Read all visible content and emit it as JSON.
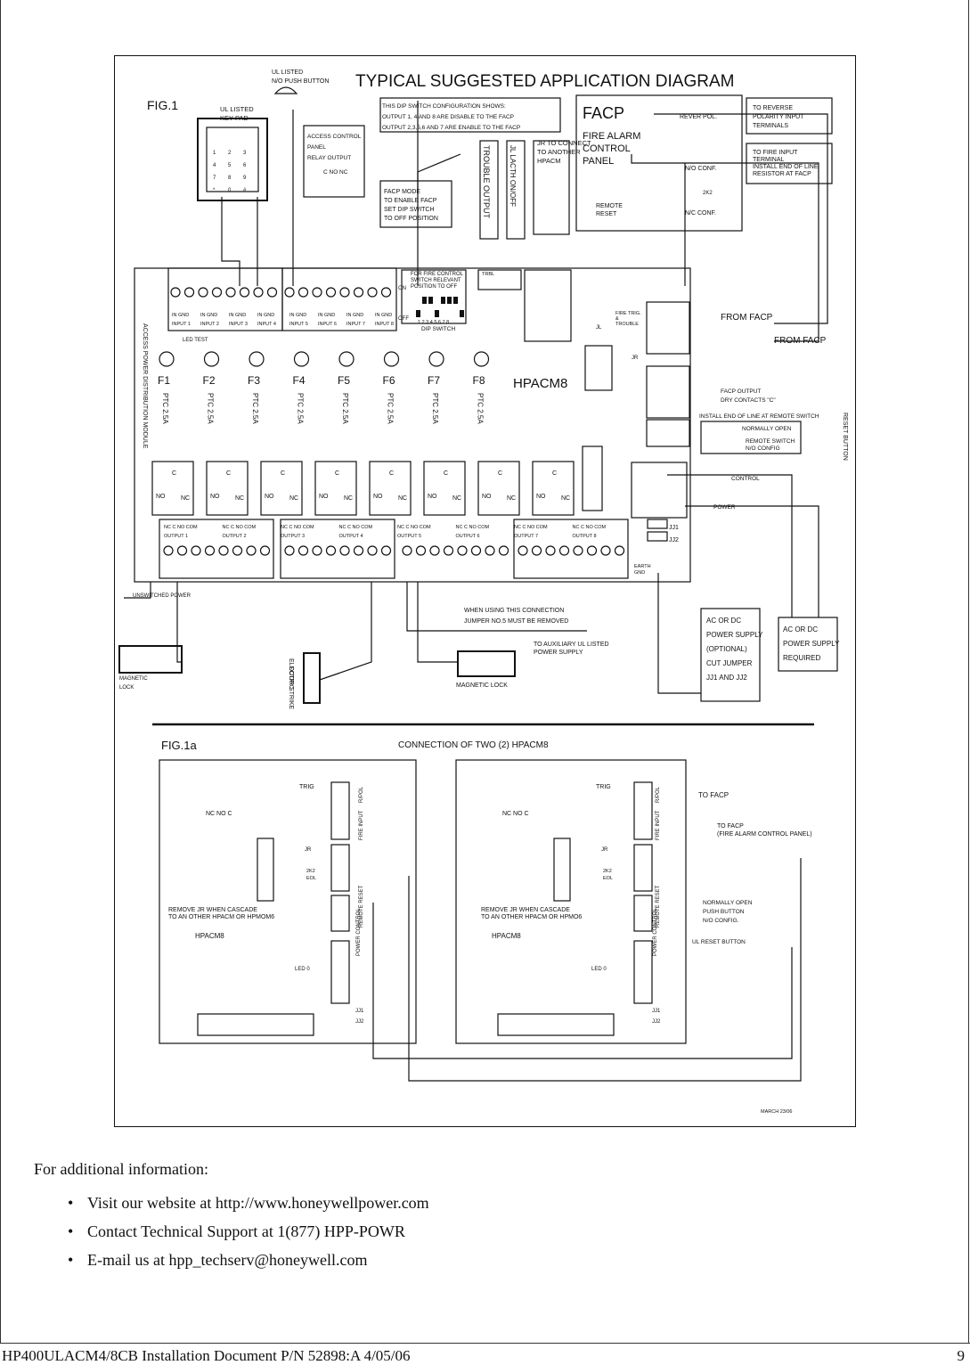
{
  "diagram": {
    "title": "TYPICAL SUGGESTED APPLICATION DIAGRAM",
    "fig1": "FIG.1",
    "ul_listed_button": [
      "UL LISTED",
      "N/O PUSH BUTTON"
    ],
    "ul_listed_keypad": [
      "UL LISTED",
      "KEY PAD"
    ],
    "keypad_keys": [
      "1",
      "2",
      "3",
      "4",
      "5",
      "6",
      "7",
      "8",
      "9",
      "*",
      "0",
      "#"
    ],
    "access_control": [
      "ACCESS CONTROL",
      "PANEL",
      "RELAY OUTPUT"
    ],
    "relay_terms": [
      "C",
      "NO",
      "NC"
    ],
    "dip_note": [
      "THIS DIP SWITCH CONFIGURATION SHOWS:",
      "OUTPUT 1, 4 AND 8 ARE DISABLE TO THE FACP",
      "OUTPUT 2,3,5,6 AND 7 ARE ENABLE TO THE FACP"
    ],
    "facp_mode": [
      "FACP MODE",
      "TO ENABLE FACP",
      "SET DIP SWITCH",
      "TO OFF POSITION"
    ],
    "trouble_output": "TROUBLE OUTPUT",
    "jl_latch": "JL LACTH ON/OFF",
    "jr_connect": [
      "JR TO CONNECT",
      "TO ANOTHER",
      "HPACM"
    ],
    "facp_box": {
      "title": "FACP",
      "subtitle": [
        "FIRE ALARM",
        "CONTROL",
        "PANEL"
      ],
      "rever_pol": "REVER POL.",
      "no_conf": "N/O CONF.",
      "nc_conf": "N/C CONF.",
      "remote_reset": [
        "REMOTE",
        "RESET"
      ],
      "resistor": "2K2"
    },
    "to_reverse": [
      "TO REVERSE",
      "POLARITY INPUT",
      "TERMINALS"
    ],
    "to_fire_input": [
      "TO FIRE INPUT",
      "TERMINAL",
      "INSTALL END OF LINE",
      "RESISTOR AT FACP"
    ],
    "board": {
      "dip_header": [
        "FOR FIRE  CONTROL",
        "SWITCH RELEVANT",
        "POSITION TO OFF"
      ],
      "dip_switch": "DIP SWITCH",
      "dip_numbers": "1 2 3   4 5 6   7 8",
      "on": "ON",
      "off": "OFF",
      "inputs": [
        "INPUT 1",
        "INPUT 2",
        "INPUT 3",
        "INPUT 4",
        "INPUT 5",
        "INPUT 6",
        "INPUT 7",
        "INPUT 8"
      ],
      "in_gnd": "IN  GND",
      "led_test": "LED TEST",
      "side_label": "ACCESS POWER DISTRIBUTION MODULE",
      "fuses": [
        "F1",
        "F2",
        "F3",
        "F4",
        "F5",
        "F6",
        "F7",
        "F8"
      ],
      "ptc": "PTC 2.5A",
      "model": "HPACM8",
      "relay_c": "C",
      "relay_no": "NO",
      "relay_nc": "NC",
      "outputs": [
        "OUTPUT 1",
        "OUTPUT 2",
        "OUTPUT 3",
        "OUTPUT 4",
        "OUTPUT 5",
        "OUTPUT 6",
        "OUTPUT 7",
        "OUTPUT 8"
      ],
      "out_terms": "NC  C  NO COM",
      "fire_trig": [
        "FIRE TRIG.",
        "&",
        "TROUBLE"
      ],
      "jl": "JL",
      "jr": "JR",
      "earth_gnd": [
        "EARTH",
        "GND"
      ],
      "jj1": "JJ1",
      "jj2": "JJ2",
      "unswitched_power": "UNSWITCHED POWER",
      "trbl": "TRBL"
    },
    "from_facp": "FROM FACP",
    "facp_output": [
      "FACP OUTPUT",
      "DRY CONTACTS \"C\""
    ],
    "install_eol": "INSTALL END OF LINE AT REMOTE SWITCH",
    "normally_open": "NORMALLY OPEN",
    "remote_switch": [
      "REMOTE SWITCH",
      "N/O CONFIG"
    ],
    "reset_button": "RESET BUTTON",
    "control": "CONTROL",
    "power": "POWER",
    "jumper_note": [
      "WHEN USING THIS CONNECTION",
      "JUMPER NO.5 MUST BE REMOVED"
    ],
    "aux_supply": [
      "TO AUXILIARY UL LISTED",
      "POWER SUPPLY"
    ],
    "magnetic_lock": "MAGNETIC LOCK",
    "magnetic_lock_left": [
      "MAGNETIC",
      "LOCK"
    ],
    "electric_strike": [
      "ELECTRIC",
      "DOOR STRIKE"
    ],
    "psu_optional": [
      "AC OR DC",
      "POWER SUPPLY",
      "(OPTIONAL)",
      "CUT JUMPER",
      "JJ1 AND JJ2"
    ],
    "psu_required": [
      "AC OR  DC",
      "POWER SUPPLY",
      "REQUIRED"
    ],
    "fig1a": "FIG.1a",
    "fig1a_title": "CONNECTION OF TWO (2) HPACM8",
    "fig1a_panel": {
      "nc_no_c": "NC NO  C",
      "trig": "TRIG",
      "jr": "JR",
      "eol": [
        "2K2",
        "EOL"
      ],
      "remove_jr_left": [
        "REMOVE JR WHEN CASCADE",
        "TO AN OTHER HPACM OR HPMOM6"
      ],
      "remove_jr_right": [
        "REMOVE JR WHEN CASCADE",
        "TO AN OTHER HPACM OR HPMO6"
      ],
      "model": "HPACM8",
      "led": "LED 0",
      "jj1": "JJ1",
      "jj2": "JJ2",
      "power_control": "POWER  CONTROL",
      "fire_input": "FIRE INPUT",
      "rpol": "R/POL",
      "remote_reset": "REMOTE RESET"
    },
    "to_facp": "TO FACP",
    "to_facp2": [
      "TO FACP",
      "(FIRE ALARM CONTROL PANEL)"
    ],
    "push_button": [
      "NORMALLY OPEN",
      "PUSH BUTTON",
      "N/O CONFIG."
    ],
    "ul_reset": "UL RESET BUTTON",
    "date": "MARCH 23/06"
  },
  "info": {
    "heading": "For additional information:",
    "bullets": [
      "Visit our website at http://www.honeywellpower.com",
      "Contact Technical Support at 1(877) HPP-POWR",
      "E-mail us at hpp_techserv@honeywell.com"
    ],
    "bullet_char": "•"
  },
  "footer": {
    "document": "HP400ULACM4/8CB Installation Document  P/N 52898:A  4/05/06",
    "page": "9"
  }
}
